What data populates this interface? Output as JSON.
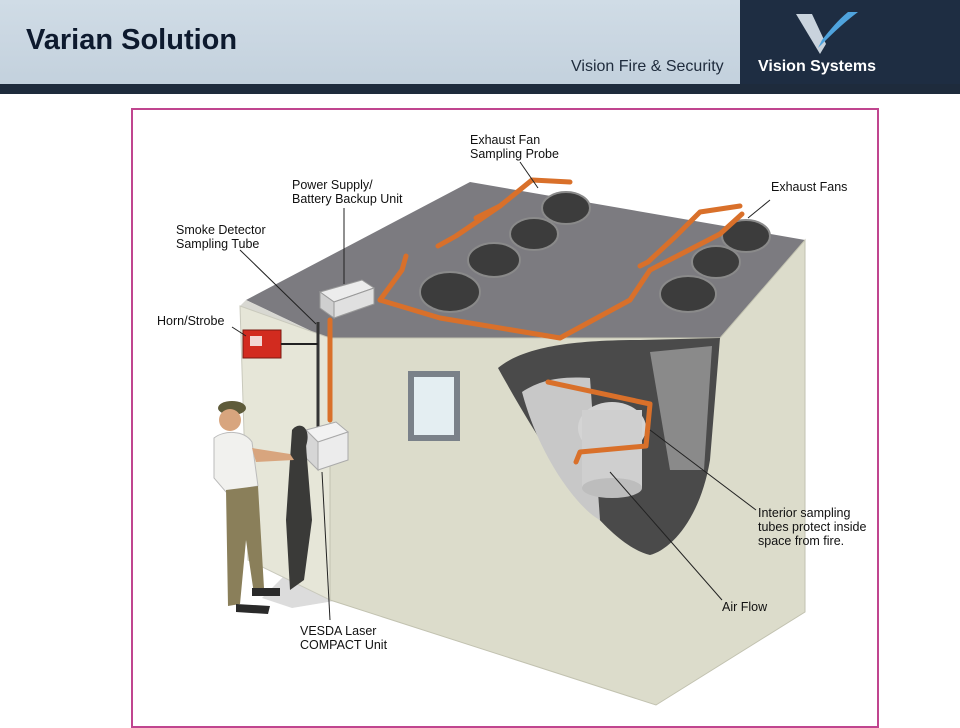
{
  "header": {
    "title": "Varian Solution",
    "company": "Vision Fire & Security",
    "logo_text": "Vision Systems"
  },
  "colors": {
    "header_bg": "#c8d6e1",
    "rule": "#1e2b3c",
    "logo_bg": "#1e2d42",
    "frame_border": "#c0458f",
    "pipe": "#d9702a"
  },
  "diagram": {
    "labels": {
      "exhaust_probe_1": "Exhaust Fan",
      "exhaust_probe_2": "Sampling Probe",
      "power_1": "Power Supply/",
      "power_2": "Battery Backup Unit",
      "exhaust_fans": "Exhaust Fans",
      "smoke_1": "Smoke Detector",
      "smoke_2": "Sampling Tube",
      "horn": "Horn/Strobe",
      "interior_1": "Interior sampling",
      "interior_2": "tubes protect inside",
      "interior_3": "space from fire.",
      "airflow": "Air Flow",
      "vesda_1": "VESDA Laser",
      "vesda_2": "COMPACT Unit"
    }
  }
}
